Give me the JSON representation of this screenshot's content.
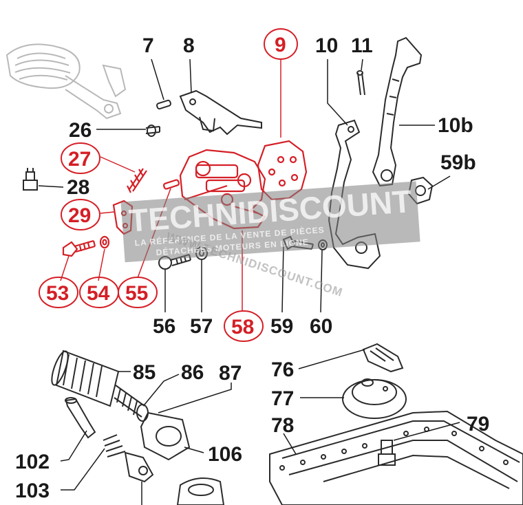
{
  "diagram": {
    "accent_red": "#d41f26",
    "ink": "#1a1a1a",
    "labels": [
      {
        "id": "7",
        "text": "7",
        "highlighted": false
      },
      {
        "id": "8",
        "text": "8",
        "highlighted": false
      },
      {
        "id": "9",
        "text": "9",
        "highlighted": true
      },
      {
        "id": "10",
        "text": "10",
        "highlighted": false
      },
      {
        "id": "11",
        "text": "11",
        "highlighted": false
      },
      {
        "id": "10b",
        "text": "10b",
        "highlighted": false
      },
      {
        "id": "26",
        "text": "26",
        "highlighted": false
      },
      {
        "id": "27",
        "text": "27",
        "highlighted": true
      },
      {
        "id": "28",
        "text": "28",
        "highlighted": false
      },
      {
        "id": "29",
        "text": "29",
        "highlighted": true
      },
      {
        "id": "59b",
        "text": "59b",
        "highlighted": false
      },
      {
        "id": "53",
        "text": "53",
        "highlighted": true
      },
      {
        "id": "54",
        "text": "54",
        "highlighted": true
      },
      {
        "id": "55",
        "text": "55",
        "highlighted": true
      },
      {
        "id": "56",
        "text": "56",
        "highlighted": false
      },
      {
        "id": "57",
        "text": "57",
        "highlighted": false
      },
      {
        "id": "58",
        "text": "58",
        "highlighted": true
      },
      {
        "id": "59",
        "text": "59",
        "highlighted": false
      },
      {
        "id": "60",
        "text": "60",
        "highlighted": false
      },
      {
        "id": "76",
        "text": "76",
        "highlighted": false
      },
      {
        "id": "77",
        "text": "77",
        "highlighted": false
      },
      {
        "id": "78",
        "text": "78",
        "highlighted": false
      },
      {
        "id": "79",
        "text": "79",
        "highlighted": false
      },
      {
        "id": "85",
        "text": "85",
        "highlighted": false
      },
      {
        "id": "86",
        "text": "86",
        "highlighted": false
      },
      {
        "id": "87",
        "text": "87",
        "highlighted": false
      },
      {
        "id": "102",
        "text": "102",
        "highlighted": false
      },
      {
        "id": "103",
        "text": "103",
        "highlighted": false
      },
      {
        "id": "106",
        "text": "106",
        "highlighted": false
      }
    ]
  },
  "watermark": {
    "title": "TECHNIDISCOUNT",
    "line1": "LA RÉFÉRENCE DE LA VENTE DE PIÈCES",
    "line2": "DÉTACHÉES MOTEURS EN LIGNE",
    "url": "WWW.TECHNIDISCOUNT.COM"
  }
}
